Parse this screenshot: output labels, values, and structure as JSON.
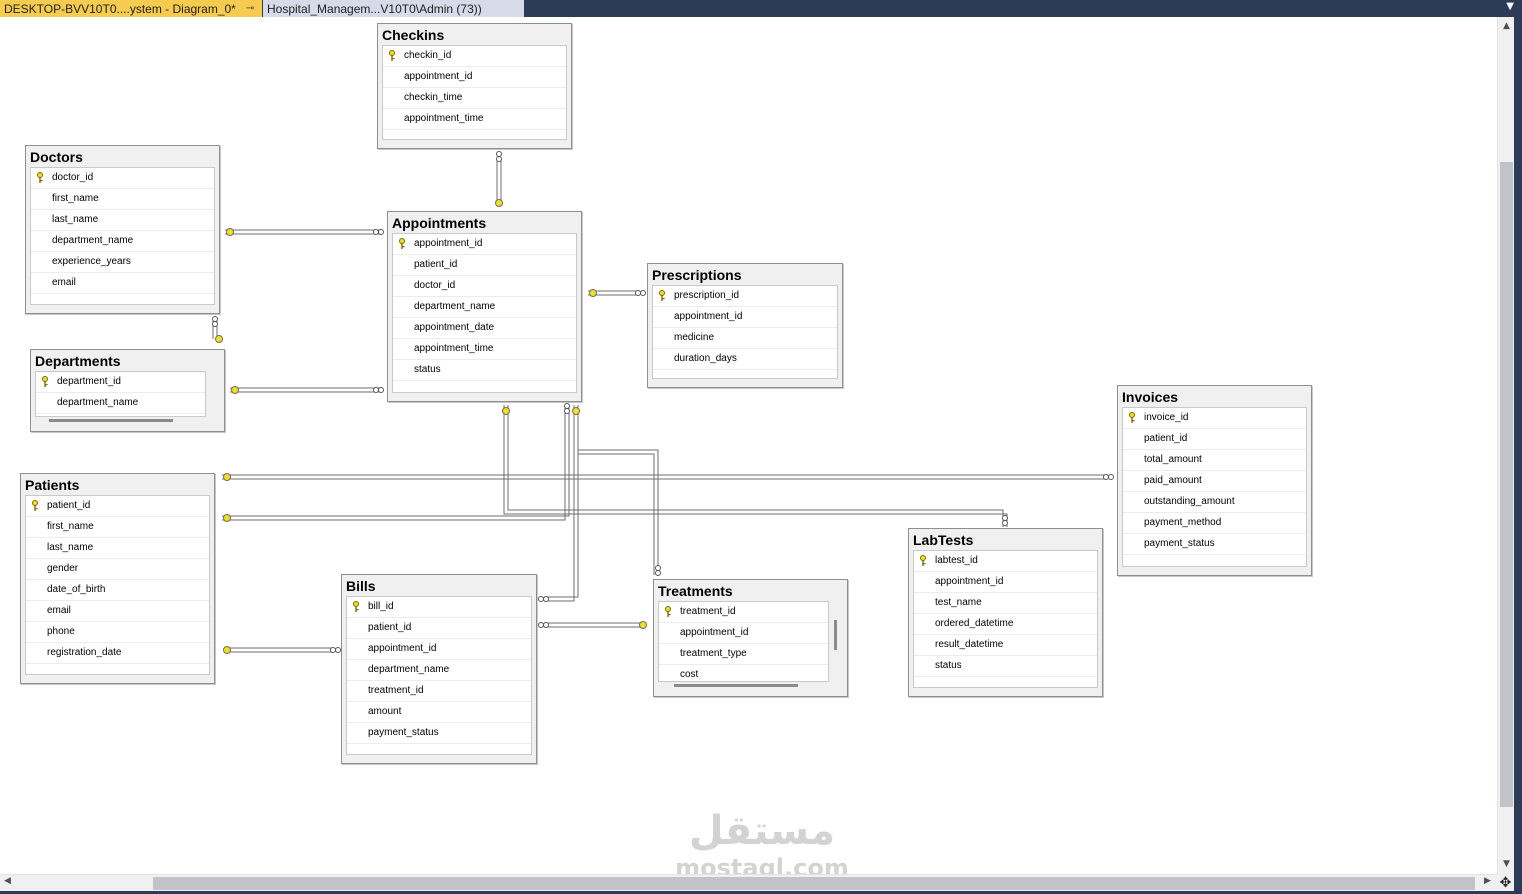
{
  "tabs": [
    {
      "label": "DESKTOP-BVV10T0....ystem - Diagram_0*",
      "active": true
    },
    {
      "label": "Hospital_Managem...V10T0\\Admin (73))",
      "active": false
    }
  ],
  "icons": {
    "pin": "pin-icon",
    "close": "close-icon",
    "tab_dropdown": "chevron-down-icon",
    "primary_key": "key-icon",
    "move": "move-icon"
  },
  "colors": {
    "tab_active": "#f5cc4f",
    "tab_inactive": "#d6dbe9",
    "chrome": "#2b3b58",
    "key_yellow": "#f0e020",
    "table_bg": "#f0f0f0"
  },
  "tables": {
    "checkins": {
      "title": "Checkins",
      "columns": [
        "checkin_id",
        "appointment_id",
        "checkin_time",
        "appointment_time"
      ],
      "pk": 0
    },
    "doctors": {
      "title": "Doctors",
      "columns": [
        "doctor_id",
        "first_name",
        "last_name",
        "department_name",
        "experience_years",
        "email"
      ],
      "pk": 0
    },
    "appointments": {
      "title": "Appointments",
      "columns": [
        "appointment_id",
        "patient_id",
        "doctor_id",
        "department_name",
        "appointment_date",
        "appointment_time",
        "status"
      ],
      "pk": 0
    },
    "prescriptions": {
      "title": "Prescriptions",
      "columns": [
        "prescription_id",
        "appointment_id",
        "medicine",
        "duration_days"
      ],
      "pk": 0
    },
    "departments": {
      "title": "Departments",
      "columns": [
        "department_id",
        "department_name"
      ],
      "pk": 0
    },
    "invoices": {
      "title": "Invoices",
      "columns": [
        "invoice_id",
        "patient_id",
        "total_amount",
        "paid_amount",
        "outstanding_amount",
        "payment_method",
        "payment_status"
      ],
      "pk": 0
    },
    "patients": {
      "title": "Patients",
      "columns": [
        "patient_id",
        "first_name",
        "last_name",
        "gender",
        "date_of_birth",
        "email",
        "phone",
        "registration_date"
      ],
      "pk": 0
    },
    "labtests": {
      "title": "LabTests",
      "columns": [
        "labtest_id",
        "appointment_id",
        "test_name",
        "ordered_datetime",
        "result_datetime",
        "status"
      ],
      "pk": 0
    },
    "bills": {
      "title": "Bills",
      "columns": [
        "bill_id",
        "patient_id",
        "appointment_id",
        "department_name",
        "treatment_id",
        "amount",
        "payment_status"
      ],
      "pk": 0
    },
    "treatments": {
      "title": "Treatments",
      "columns": [
        "treatment_id",
        "appointment_id",
        "treatment_type",
        "cost"
      ],
      "pk": 0
    }
  },
  "watermark": {
    "logo": "مستقل",
    "url": "mostaql.com"
  }
}
